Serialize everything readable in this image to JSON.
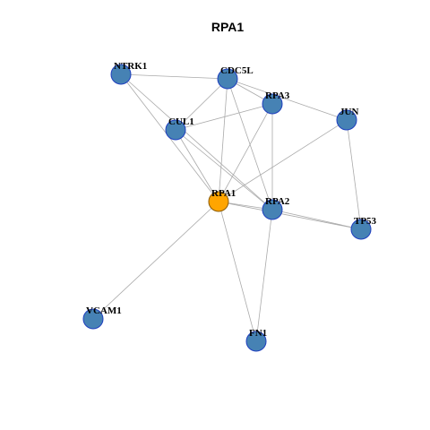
{
  "title": "RPA1",
  "colors": {
    "node_fill": "#4682B4",
    "node_stroke": "#1f3fbf",
    "center_fill": "#FFA500",
    "edge": "#aaaaaa"
  },
  "nodes": [
    {
      "id": "NTRK1",
      "label": "NTRK1",
      "center": false
    },
    {
      "id": "CDC5L",
      "label": "CDC5L",
      "center": false
    },
    {
      "id": "RPA3",
      "label": "RPA3",
      "center": false
    },
    {
      "id": "JUN",
      "label": "JUN",
      "center": false
    },
    {
      "id": "CUL1",
      "label": "CUL1",
      "center": false
    },
    {
      "id": "RPA1",
      "label": "RPA1",
      "center": true
    },
    {
      "id": "RPA2",
      "label": "RPA2",
      "center": false
    },
    {
      "id": "TP53",
      "label": "TP53",
      "center": false
    },
    {
      "id": "VCAM1",
      "label": "VCAM1",
      "center": false
    },
    {
      "id": "FN1",
      "label": "FN1",
      "center": false
    }
  ],
  "edges": [
    [
      "NTRK1",
      "CDC5L"
    ],
    [
      "NTRK1",
      "RPA1"
    ],
    [
      "NTRK1",
      "RPA2"
    ],
    [
      "CDC5L",
      "RPA3"
    ],
    [
      "CDC5L",
      "CUL1"
    ],
    [
      "CDC5L",
      "RPA1"
    ],
    [
      "CDC5L",
      "RPA2"
    ],
    [
      "CDC5L",
      "JUN"
    ],
    [
      "RPA3",
      "CUL1"
    ],
    [
      "RPA3",
      "RPA1"
    ],
    [
      "RPA3",
      "RPA2"
    ],
    [
      "JUN",
      "RPA1"
    ],
    [
      "JUN",
      "TP53"
    ],
    [
      "CUL1",
      "RPA1"
    ],
    [
      "CUL1",
      "RPA2"
    ],
    [
      "RPA1",
      "RPA2"
    ],
    [
      "RPA1",
      "TP53"
    ],
    [
      "RPA1",
      "VCAM1"
    ],
    [
      "RPA1",
      "FN1"
    ],
    [
      "RPA2",
      "TP53"
    ],
    [
      "RPA2",
      "FN1"
    ]
  ]
}
